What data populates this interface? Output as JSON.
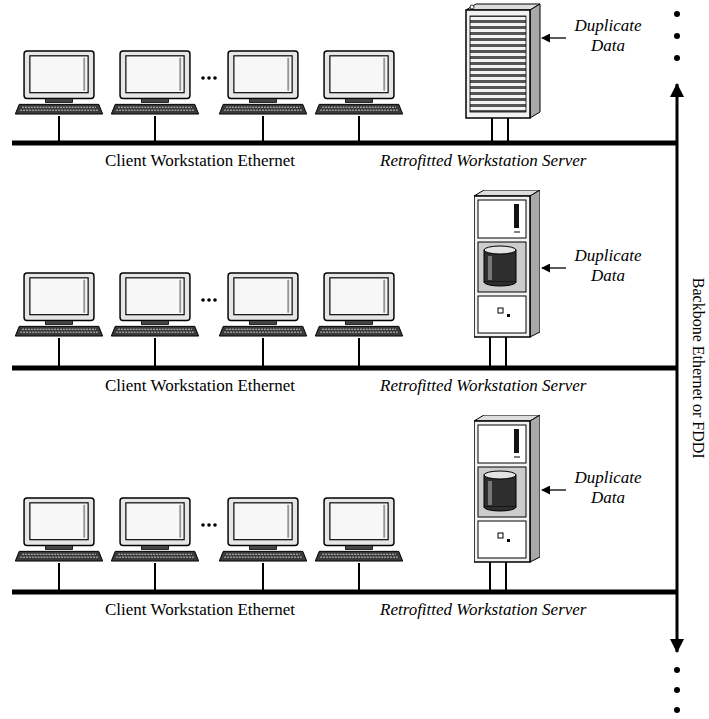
{
  "diagram": {
    "labels": [
      "Duplicate Data",
      "Client Workstation Ethernet",
      "Retrofitted Workstation Server",
      "Duplicate Data",
      "Client Workstation Ethernet",
      "Retrofitted Workstation Server",
      "Duplicate Data",
      "Client Workstation Ethernet",
      "Retrofitted Workstation Server",
      "Backbone Ethernet or FDDI"
    ]
  }
}
